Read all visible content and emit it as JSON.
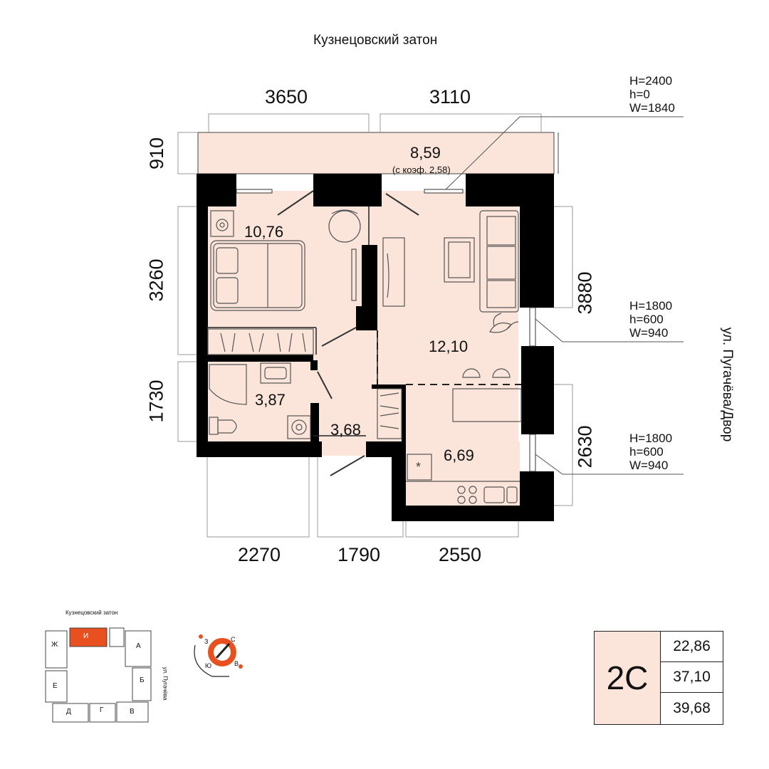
{
  "street_top": "Кузнецовский затон",
  "street_right": "ул. Пугачёва/Двор",
  "dimensions": {
    "top_left": "3650",
    "top_right": "3110",
    "left_balcony": "910",
    "left_bedroom": "3260",
    "left_bath": "1730",
    "right_living": "3880",
    "right_kitchen": "2630",
    "bottom_left": "2270",
    "bottom_mid": "1790",
    "bottom_right": "2550"
  },
  "rooms": {
    "balcony_area": "8,59",
    "balcony_note": "(с коэф. 2,58)",
    "bedroom": "10,76",
    "living": "12,10",
    "bathroom": "3,87",
    "hall": "3,68",
    "kitchen": "6,69"
  },
  "windows": {
    "balcony_door": "H=2400\nh=0\nW=1840",
    "living_window": "H=1800\nh=600\nW=940",
    "kitchen_window": "H=1800\nh=600\nW=940"
  },
  "site_map": {
    "street_top": "Кузнецовский затон",
    "street_side": "ул. Пугачёва",
    "sections": [
      "Ж",
      "И",
      "А",
      "Е",
      "Б",
      "Д",
      "Г",
      "В"
    ],
    "highlight_color": "#e8511f"
  },
  "compass": {
    "north": "С",
    "south": "Ю",
    "west": "З",
    "east": "В",
    "accent_color": "#e8511f"
  },
  "apartment": {
    "type": "2С",
    "living_area": "22,86",
    "total_area": "37,10",
    "area_with_balcony": "39,68"
  },
  "colors": {
    "wall": "#000000",
    "floor": "#fbe5da",
    "accent": "#e8511f"
  }
}
